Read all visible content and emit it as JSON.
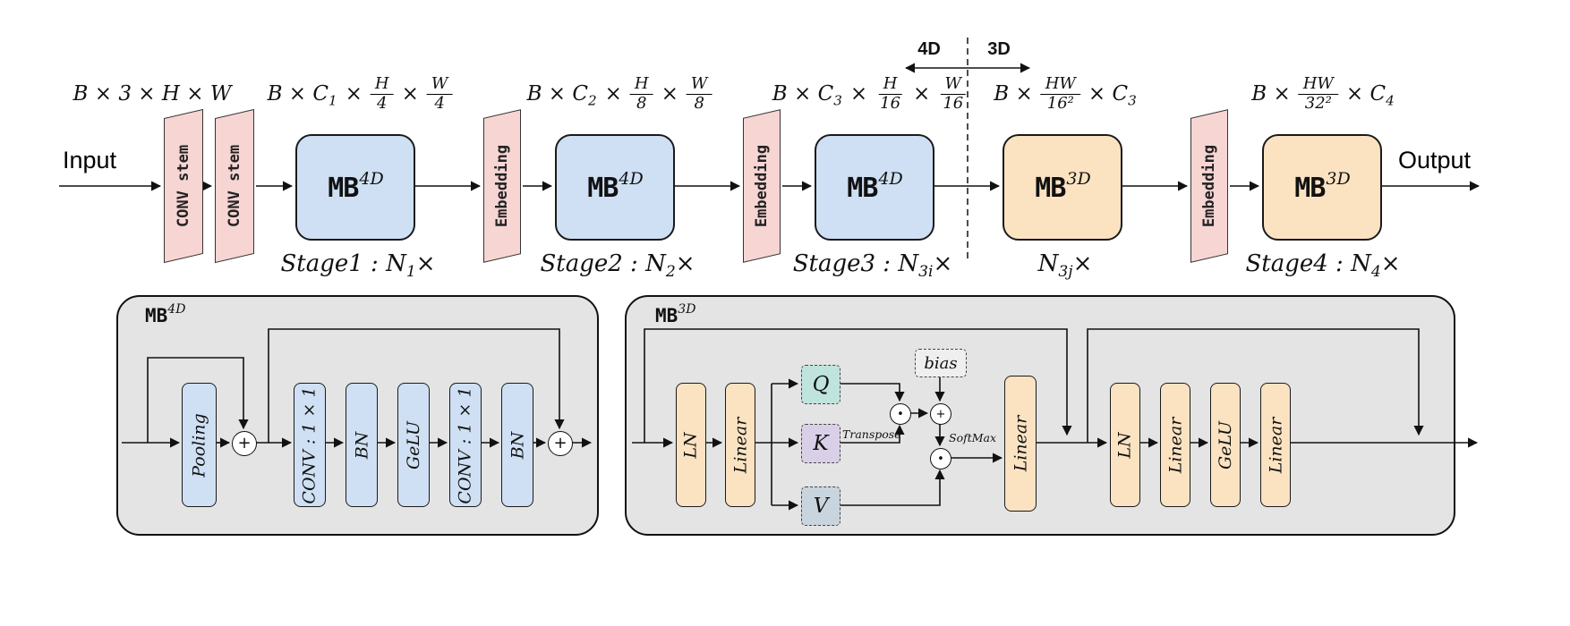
{
  "colors": {
    "blue": "#cfe0f4",
    "orange": "#fbe3c2",
    "pink": "#f6d5d2",
    "graybox": "#e4e4e4",
    "teal": "#bfe4de",
    "purple": "#d9d0e8",
    "slate": "#c9d5de",
    "biasbg": "#efefef"
  },
  "pipeline": {
    "input_label": "Input",
    "output_label": "Output",
    "partition_left": "4D",
    "partition_right": "3D",
    "stem1": "CONV stem",
    "stem2": "CONV stem",
    "embedding1": "Embedding",
    "embedding2": "Embedding",
    "embedding3": "Embedding",
    "blocks": [
      {
        "name": "MB",
        "sup": "4D"
      },
      {
        "name": "MB",
        "sup": "4D"
      },
      {
        "name": "MB",
        "sup": "4D"
      },
      {
        "name": "MB",
        "sup": "3D"
      },
      {
        "name": "MB",
        "sup": "3D"
      }
    ],
    "stages": [
      {
        "pre": "Stage1 : N",
        "sub": "1",
        "post": "×"
      },
      {
        "pre": "Stage2 : N",
        "sub": "2",
        "post": "×"
      },
      {
        "pre": "Stage3 : N",
        "sub": "3i",
        "post": "×"
      },
      {
        "pre": "N",
        "sub": "3j",
        "post": "×"
      },
      {
        "pre": "Stage4 : N",
        "sub": "4",
        "post": "×"
      }
    ],
    "dims": [
      {
        "plain": "B × 3 × H × W"
      },
      {
        "pre": "B × C",
        "sub": "1",
        "x1": "×",
        "f1n": "H",
        "f1d": "4",
        "x2": "×",
        "f2n": "W",
        "f2d": "4"
      },
      {
        "pre": "B × C",
        "sub": "2",
        "x1": "×",
        "f1n": "H",
        "f1d": "8",
        "x2": "×",
        "f2n": "W",
        "f2d": "8"
      },
      {
        "pre": "B × C",
        "sub": "3",
        "x1": "×",
        "f1n": "H",
        "f1d": "16",
        "x2": "×",
        "f2n": "W",
        "f2d": "16"
      },
      {
        "pre": "B ×",
        "f1n": "HW",
        "f1d": "16²",
        "x1": "× C",
        "sub": "3"
      },
      {
        "pre": "B ×",
        "f1n": "HW",
        "f1d": "32²",
        "x1": "× C",
        "sub": "4"
      }
    ]
  },
  "mb4d": {
    "title": "MB",
    "title_sup": "4D",
    "blocks": [
      "Pooling",
      "CONV : 1 × 1",
      "BN",
      "GeLU",
      "CONV : 1 × 1",
      "BN"
    ],
    "add_op": "+"
  },
  "mb3d": {
    "title": "MB",
    "title_sup": "3D",
    "ln1": "LN",
    "linear1": "Linear",
    "q": "Q",
    "k": "K",
    "v": "V",
    "transpose": "Transpose",
    "bias": "bias",
    "softmax": "SoftMax",
    "dot_op": "•",
    "add_op": "+",
    "linear_mid": "Linear",
    "ln2": "LN",
    "linear2": "Linear",
    "gelu": "GeLU",
    "linear3": "Linear"
  }
}
